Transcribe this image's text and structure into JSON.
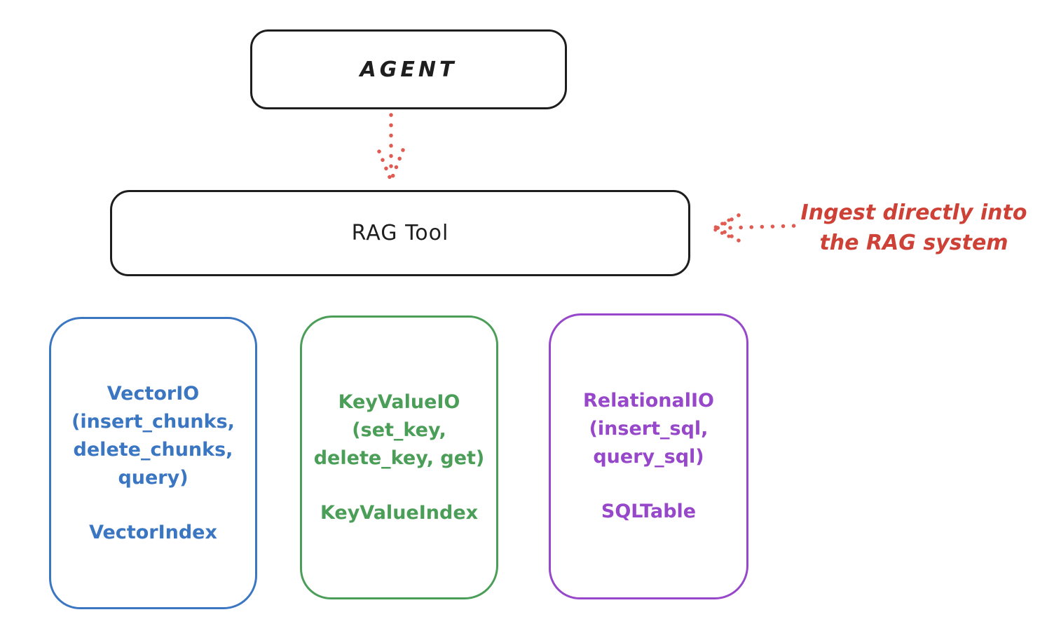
{
  "colors": {
    "ink": "#1e1e1e",
    "blue": "#3a76c2",
    "green": "#4a9e57",
    "purple": "#9747c9",
    "red_text": "#ce4136",
    "red_arrow": "#e05c52",
    "background": "#ffffff"
  },
  "agent": {
    "label": "AGENT"
  },
  "rag_tool": {
    "label": "RAG Tool"
  },
  "annotation": {
    "line1": "Ingest directly into",
    "line2": "the RAG system"
  },
  "stores": [
    {
      "lines": [
        "VectorIO",
        "(insert_chunks,",
        "delete_chunks,",
        "query)"
      ],
      "index_label": "VectorIndex",
      "color": "#3a76c2"
    },
    {
      "lines": [
        "KeyValueIO",
        "(set_key,",
        "delete_key, get)"
      ],
      "index_label": "KeyValueIndex",
      "color": "#4a9e57"
    },
    {
      "lines": [
        "RelationalIO",
        "(insert_sql,",
        "query_sql)"
      ],
      "index_label": "SQLTable",
      "color": "#9747c9"
    }
  ]
}
